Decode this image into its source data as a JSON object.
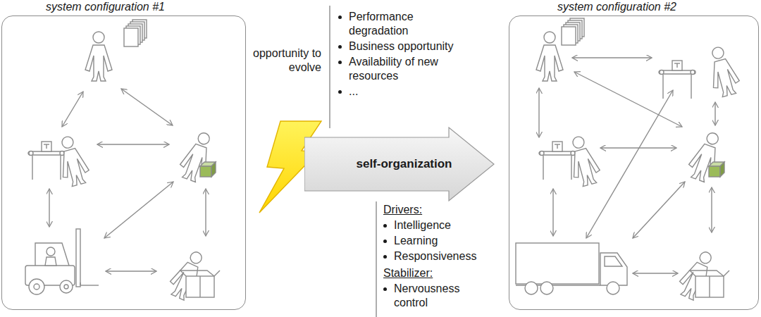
{
  "diagram": {
    "nodes": [
      {
        "text": [
          "system configuration #1"
        ]
      },
      {
        "text": [
          "system configuration #2"
        ]
      },
      {
        "text": [
          "self-organization"
        ]
      }
    ],
    "labels": [
      "opportunity to evolve",
      "Performance degradation",
      "Business opportunity",
      "Availability of new resources",
      "...",
      "Drivers:",
      "Intelligence",
      "Learning",
      "Responsiveness",
      "Stabilizer:",
      "Nervousness control"
    ]
  }
}
